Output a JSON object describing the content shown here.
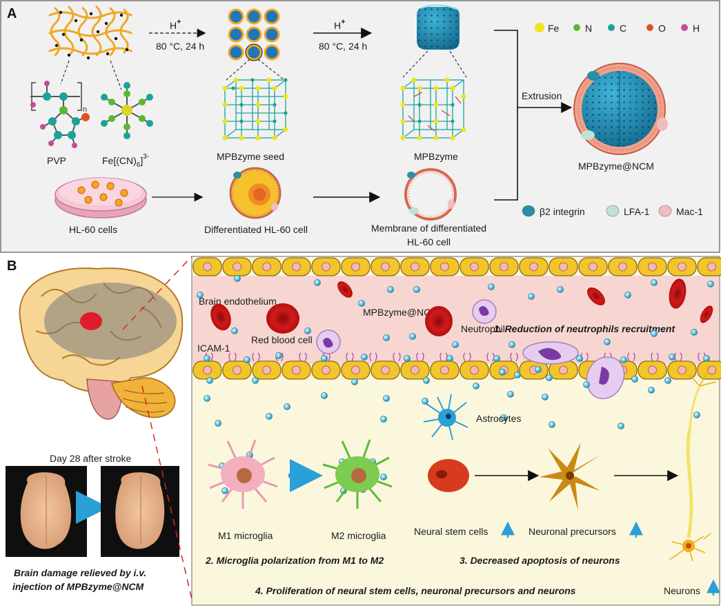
{
  "panel_a": {
    "letter": "A",
    "step1": {
      "reagent": "H",
      "sup": "+",
      "cond": "80 °C, 24 h"
    },
    "step2": {
      "reagent": "H",
      "sup": "+",
      "cond": "80 °C, 24 h"
    },
    "pvp": "PVP",
    "fecn_main": "Fe[(CN)",
    "fecn_sub": "6",
    "fecn_bracket": "]",
    "fecn_sup": "3-",
    "repeat_n": "n",
    "seed": "MPBzyme seed",
    "mpbzyme": "MPBzyme",
    "extrusion": "Extrusion",
    "product": "MPBzyme@NCM",
    "hl60": "HL-60 cells",
    "diff_cell": "Differentiated HL-60 cell",
    "membrane_line1": "Membrane of differentiated",
    "membrane_line2": "HL-60 cell",
    "legend_atoms": [
      {
        "label": "Fe",
        "color": "#f2e21c"
      },
      {
        "label": "N",
        "color": "#5cb82e"
      },
      {
        "label": "C",
        "color": "#1aa39a"
      },
      {
        "label": "O",
        "color": "#e0531e"
      },
      {
        "label": "H",
        "color": "#c44aa0"
      }
    ],
    "legend_proteins": [
      {
        "label": "β2 integrin",
        "color": "#2a8fa6"
      },
      {
        "label": "LFA-1",
        "color": "#bfe3d0"
      },
      {
        "label": "Mac-1",
        "color": "#f2bcbc"
      }
    ]
  },
  "panel_b": {
    "letter": "B",
    "day_label": "Day 28 after stroke",
    "caption_line1": "Brain damage relieved by i.v.",
    "caption_line2": "injection of  MPBzyme@NCM",
    "endothelium": "Brain endothelium",
    "nanoparticle": "MPBzyme@NCM",
    "neutrophil": "Neutrophil",
    "rbc": "Red blood cell",
    "icam": "ICAM-1",
    "step1_text": "1. Reduction of neutrophils recruitment",
    "astrocytes": "Astrocytes",
    "m1": "M1 microglia",
    "m2": "M2 microglia",
    "nsc": "Neural stem cells",
    "precursors": "Neuronal precursors",
    "neurons": "Neurons",
    "step2_text": "2. Microglia polarization from M1 to M2",
    "step3_text": "3. Decreased apoptosis of neurons",
    "step4_text": "4. Proliferation of neural stem cells, neuronal precursors and neurons"
  }
}
